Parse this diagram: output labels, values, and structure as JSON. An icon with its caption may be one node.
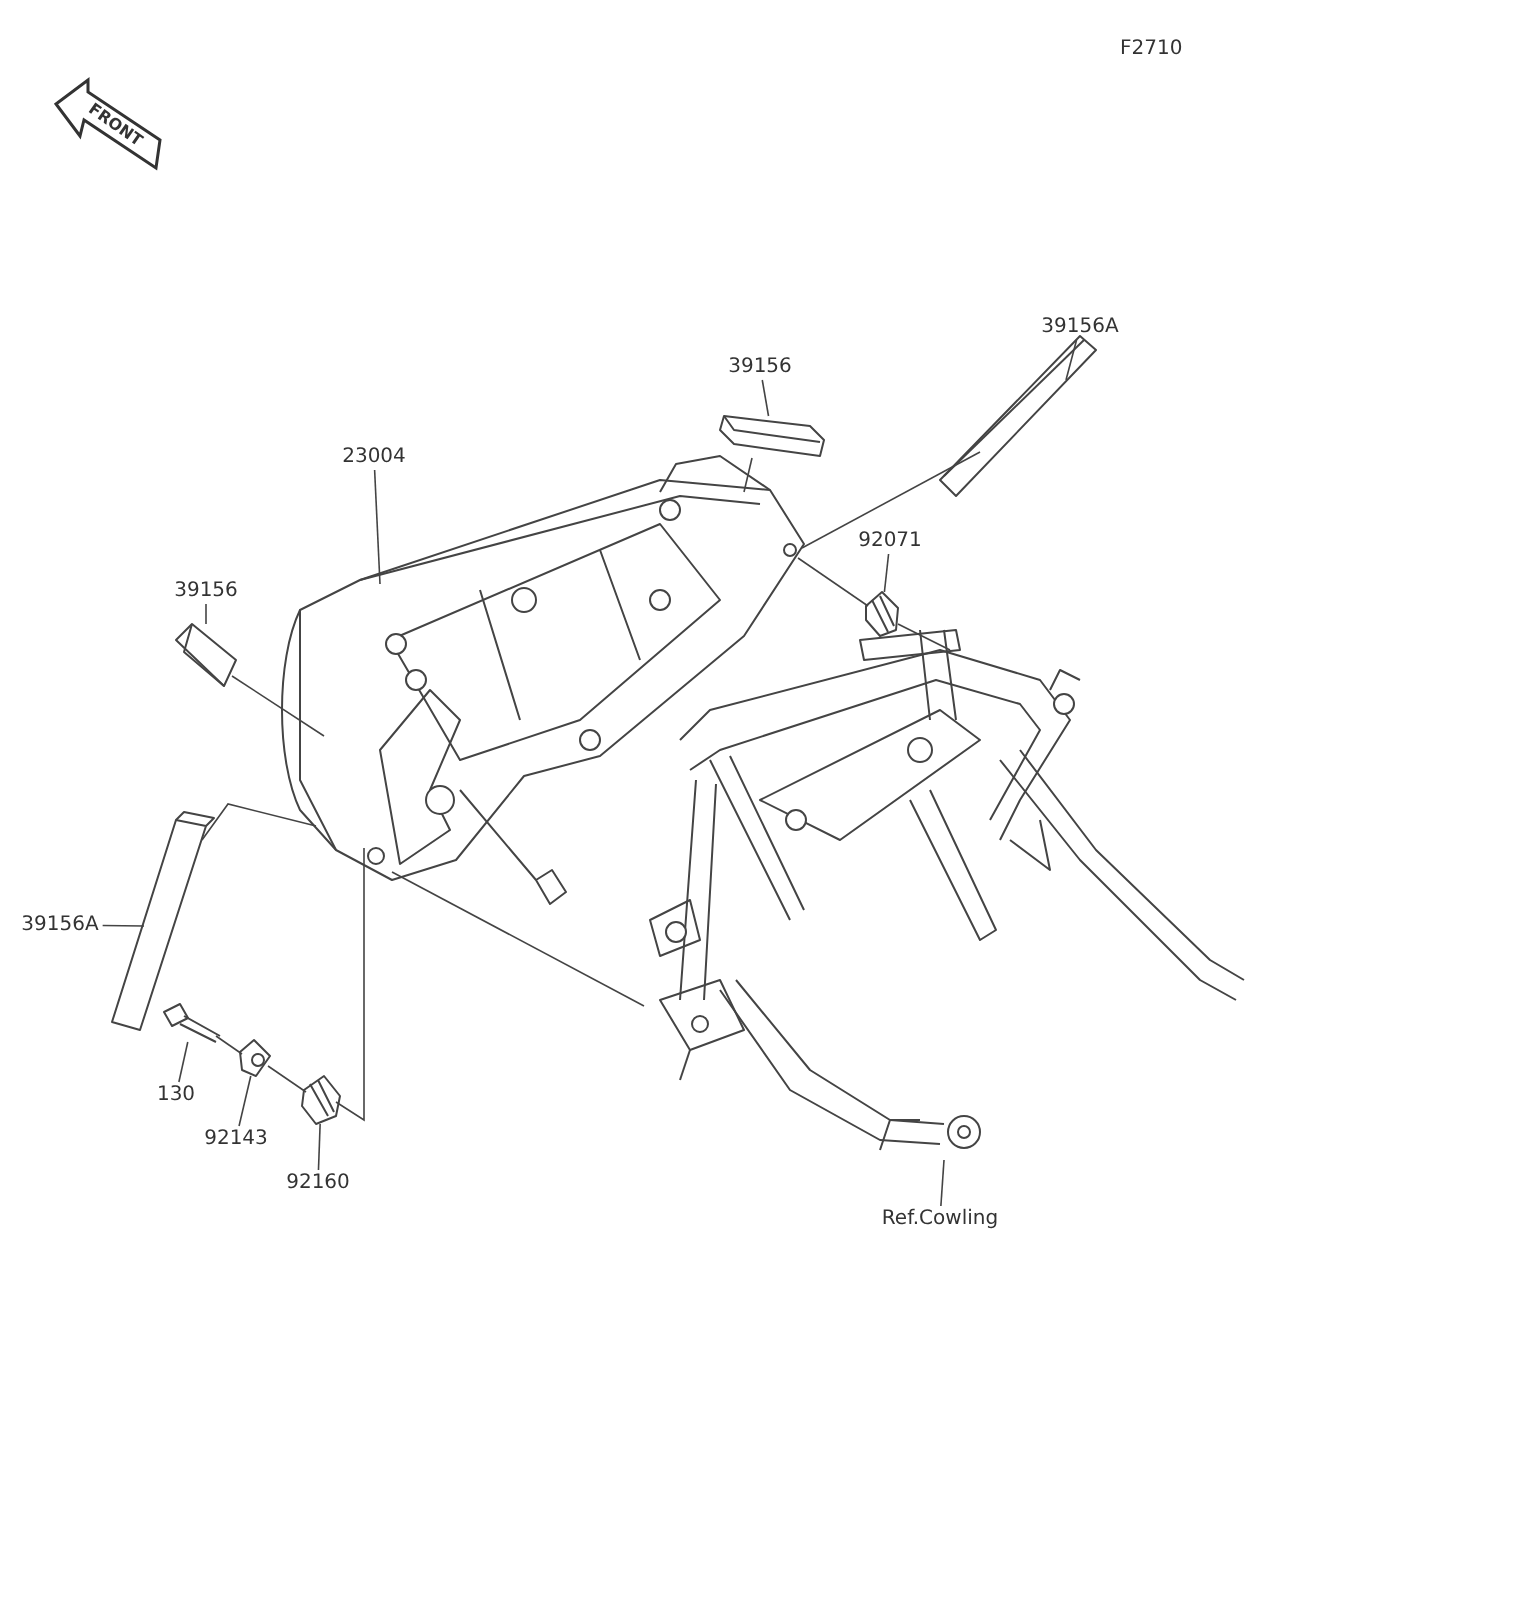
{
  "diagram": {
    "nodes": [
      {
        "text": [
          "39156"
        ]
      },
      {
        "text": [],
        "shape": "picture"
      },
      {
        "text": [
          "39156A"
        ]
      },
      {
        "text": [],
        "shape": "picture"
      },
      {
        "text": [
          "23004"
        ]
      },
      {
        "text": [],
        "shape": "picture"
      },
      {
        "text": [
          "39156"
        ]
      },
      {
        "text": [],
        "shape": "picture"
      },
      {
        "text": [
          "39156A"
        ]
      },
      {
        "text": [],
        "shape": "picture"
      },
      {
        "text": [
          "130"
        ]
      },
      {
        "text": [],
        "shape": "picture"
      },
      {
        "text": [
          "92143"
        ]
      },
      {
        "text": [],
        "shape": "picture"
      },
      {
        "text": [
          "92160"
        ]
      },
      {
        "text": [],
        "shape": "picture"
      },
      {
        "text": [
          "92071"
        ]
      },
      {
        "text": [],
        "shape": "picture"
      },
      {
        "text": [],
        "shape": "picture"
      },
      {
        "text": [
          "Ref.Cowling"
        ]
      }
    ],
    "edges": [
      {
        "from": 0,
        "to": 1,
        "arrow": "none"
      },
      {
        "from": 2,
        "to": 3,
        "arrow": "none"
      },
      {
        "from": 4,
        "to": 5,
        "arrow": "none"
      },
      {
        "from": 6,
        "to": 7,
        "arrow": "none"
      },
      {
        "from": 8,
        "to": 9,
        "arrow": "none"
      },
      {
        "from": 10,
        "to": 11,
        "arrow": "none"
      },
      {
        "from": 12,
        "to": 13,
        "arrow": "none"
      },
      {
        "from": 14,
        "to": 15,
        "arrow": "none"
      },
      {
        "from": 16,
        "to": 17,
        "arrow": "none"
      },
      {
        "from": 19,
        "to": 18,
        "arrow": "none"
      },
      {
        "from": 1,
        "to": 5,
        "arrow": "none"
      },
      {
        "from": 3,
        "to": 5,
        "arrow": "none"
      },
      {
        "from": 17,
        "to": 5,
        "arrow": "none"
      },
      {
        "from": 17,
        "to": 18,
        "arrow": "none"
      },
      {
        "from": 7,
        "to": 5,
        "arrow": "none"
      },
      {
        "from": 9,
        "to": 5,
        "arrow": "none"
      },
      {
        "from": 11,
        "to": 13,
        "arrow": "none"
      },
      {
        "from": 13,
        "to": 15,
        "arrow": "none"
      },
      {
        "from": 15,
        "to": 5,
        "arrow": "none"
      },
      {
        "from": 5,
        "to": 18,
        "arrow": "none"
      }
    ],
    "labels": [
      "F2710",
      "FRONT"
    ]
  }
}
